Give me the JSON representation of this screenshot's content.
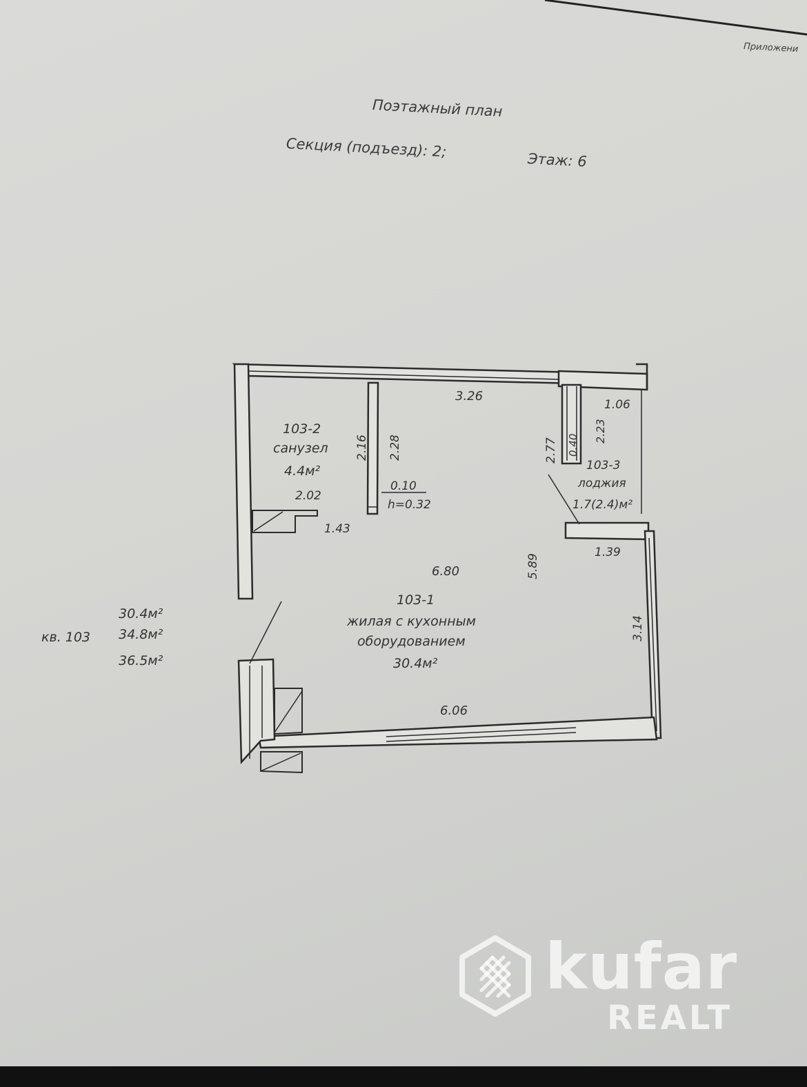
{
  "header": {
    "appendix": "Приложени",
    "title": "Поэтажный план",
    "section": "Секция (подъезд): 2;",
    "floor": "Этаж: 6"
  },
  "rooms": {
    "bath": {
      "id": "103-2",
      "name": "санузел",
      "area": "4.4м²"
    },
    "living": {
      "id": "103-1",
      "name_line1": "жилая с кухонным",
      "name_line2": "оборудованием",
      "area": "30.4м²"
    },
    "loggia": {
      "id": "103-3",
      "name": "лоджия",
      "area": "1.7(2.4)м²"
    }
  },
  "dimensions": {
    "top_width": "3.26",
    "loggia_width": "1.06",
    "loggia_depth": "2.23",
    "loggia_wall": "0.40",
    "partition_left": "2.16",
    "partition_right": "2.28",
    "bath_width": "2.02",
    "partition_thickness": "0.10",
    "partition_height": "h=0.32",
    "corridor": "1.43",
    "diag": "2.77",
    "loggia_bottom": "1.39",
    "room_length": "6.80",
    "room_height": "5.89",
    "right_wall": "3.14",
    "bottom_width": "6.06"
  },
  "apartment": {
    "label": "кв. 103",
    "area_living": "30.4м²",
    "area_total": "34.8м²",
    "area_with_loggia": "36.5м²"
  },
  "watermark": {
    "brand": "kufar",
    "sub": "REALT"
  }
}
